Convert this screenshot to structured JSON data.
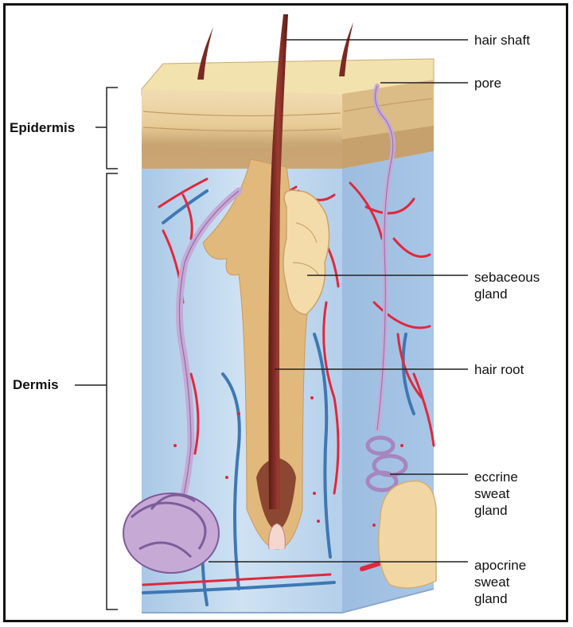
{
  "labels": {
    "epidermis": "Epidermis",
    "dermis": "Dermis",
    "hair_shaft": "hair shaft",
    "pore": "pore",
    "sebaceous_gland": [
      "sebaceous",
      "gland"
    ],
    "hair_root": "hair root",
    "eccrine_sweat_gland": [
      "eccrine",
      "sweat",
      "gland"
    ],
    "apocrine_sweat_gland": [
      "apocrine",
      "sweat",
      "gland"
    ]
  },
  "colors": {
    "dermis": "#b9d4ec",
    "epidermis": "#e8cfa0",
    "hair": "#7a2a22",
    "follicle": "#e2b97c",
    "artery": "#e0283c",
    "vein": "#3e78b4",
    "gland": "#c7a9d6"
  }
}
